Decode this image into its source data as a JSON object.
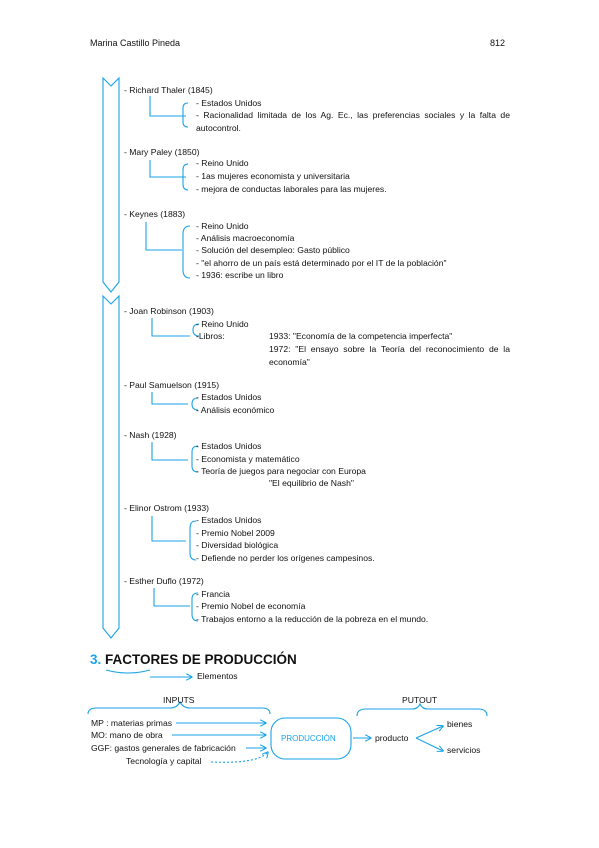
{
  "header": {
    "author": "Marina Castillo Pineda",
    "page_number": "812"
  },
  "economists": [
    {
      "name": "- Richard Thaler (1845)",
      "lines": [
        "- Estados Unidos",
        "- Racionalidad limitada de los Ag. Ec., las preferencias sociales y la falta de autocontrol."
      ]
    },
    {
      "name": "- Mary Paley (1850)",
      "lines": [
        "- Reino Unido",
        "- 1as mujeres economista y universitaria",
        "- mejora de conductas laborales para las mujeres."
      ]
    },
    {
      "name": "- Keynes (1883)",
      "lines": [
        "- Reino Unido",
        "- Análisis macroeconomía",
        "- Solución del desempleo: Gasto público",
        "- \"el ahorro de un país está determinado por el IT de la población\"",
        "- 1936: escribe un libro"
      ]
    },
    {
      "name": "- Joan Robinson (1903)",
      "lines": [
        "- Reino Unido",
        "-Libros:"
      ],
      "books": [
        "1933: \"Economía de la competencia imperfecta\"",
        "1972: \"El ensayo sobre la Teoría del reconocimiento de la economía\""
      ]
    },
    {
      "name": "- Paul Samuelson (1915)",
      "lines": [
        "- Estados Unidos",
        "- Análisis económico"
      ]
    },
    {
      "name": "- Nash (1928)",
      "lines": [
        "- Estados Unidos",
        "- Economista y matemático",
        "- Teoría de juegos para negociar con Europa"
      ],
      "quote": "\"El equilibrio de Nash\""
    },
    {
      "name": "- Elinor Ostrom (1933)",
      "lines": [
        "- Estados Unidos",
        "- Premio Nobel 2009",
        "- Diversidad biológica",
        "- Defiende no perder los orígenes campesinos."
      ]
    },
    {
      "name": "- Esther Duflo (1972)",
      "lines": [
        "- Francia",
        "- Premio Nobel de economía",
        "- Trabajos entorno a la reducción de la pobreza en el mundo."
      ]
    }
  ],
  "section": {
    "number": "3.",
    "title": "FACTORES DE PRODUCCIÓN",
    "elements_label": "Elementos",
    "inputs_label": "INPUTS",
    "putout_label": "PUTOUT",
    "inputs": [
      "MP : materias primas",
      "MO: mano de obra",
      "GGF: gastos generales de fabricación",
      "Tecnología y capital"
    ],
    "process": "PRODUCCIÓN",
    "product": "producto",
    "outputs": [
      "bienes",
      "servicios"
    ]
  },
  "colors": {
    "accent": "#1aa3e8",
    "text": "#111111"
  }
}
